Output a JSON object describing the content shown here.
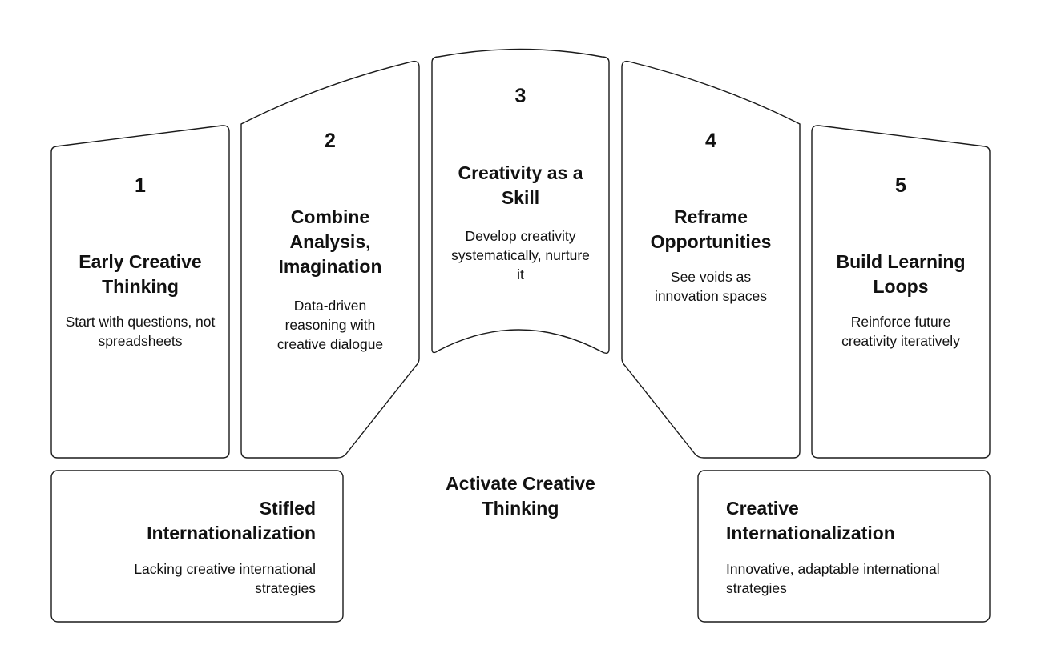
{
  "steps": [
    {
      "number": "1",
      "title": "Early Creative Thinking",
      "description": "Start with questions, not spreadsheets"
    },
    {
      "number": "2",
      "title": "Combine Analysis, Imagination",
      "description": "Data-driven reasoning with creative dialogue"
    },
    {
      "number": "3",
      "title": "Creativity as a Skill",
      "description": "Develop creativity systematically, nurture it"
    },
    {
      "number": "4",
      "title": "Reframe Opportunities",
      "description": "See voids as innovation spaces"
    },
    {
      "number": "5",
      "title": "Build Learning Loops",
      "description": "Reinforce future creativity iteratively"
    }
  ],
  "center_label": "Activate Creative Thinking",
  "left_outcome": {
    "title": "Stifled Internationalization",
    "description": "Lacking creative international strategies"
  },
  "right_outcome": {
    "title": "Creative Internationalization",
    "description": "Innovative, adaptable international strategies"
  }
}
